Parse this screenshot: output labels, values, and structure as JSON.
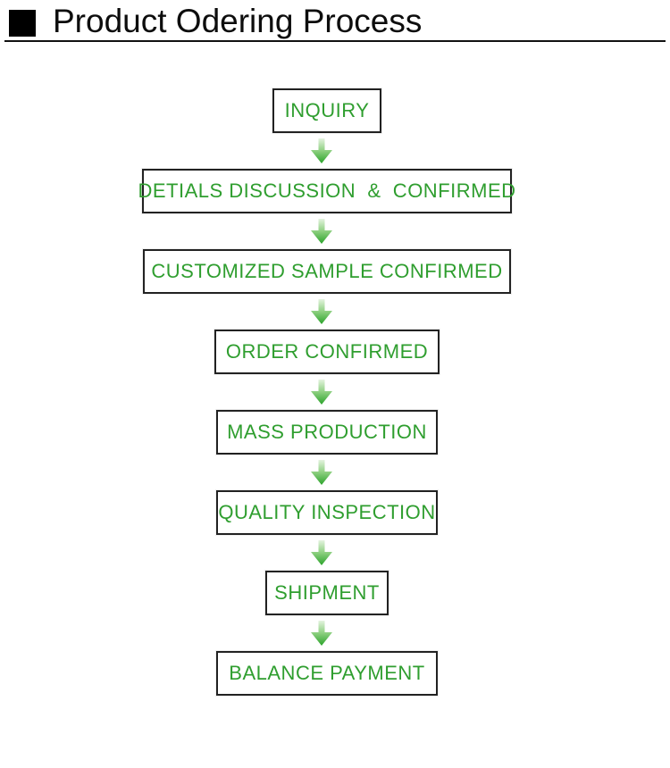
{
  "header": {
    "title": "Product Odering Process"
  },
  "colors": {
    "title_text": "#0d0d0d",
    "box_border": "#222222",
    "step_text_green": "#2f9e2f",
    "arrow_gradient_top": "#e4f3df",
    "arrow_gradient_mid": "#8ccf7f",
    "arrow_gradient_bottom": "#2aa32a"
  },
  "flow": {
    "steps": [
      {
        "label": "INQUIRY"
      },
      {
        "label": "DETIALS DISCUSSION  &  CONFIRMED"
      },
      {
        "label": "CUSTOMIZED SAMPLE CONFIRMED"
      },
      {
        "label": "ORDER CONFIRMED"
      },
      {
        "label": "MASS PRODUCTION"
      },
      {
        "label": "QUALITY INSPECTION"
      },
      {
        "label": "SHIPMENT"
      },
      {
        "label": "BALANCE PAYMENT"
      }
    ]
  }
}
